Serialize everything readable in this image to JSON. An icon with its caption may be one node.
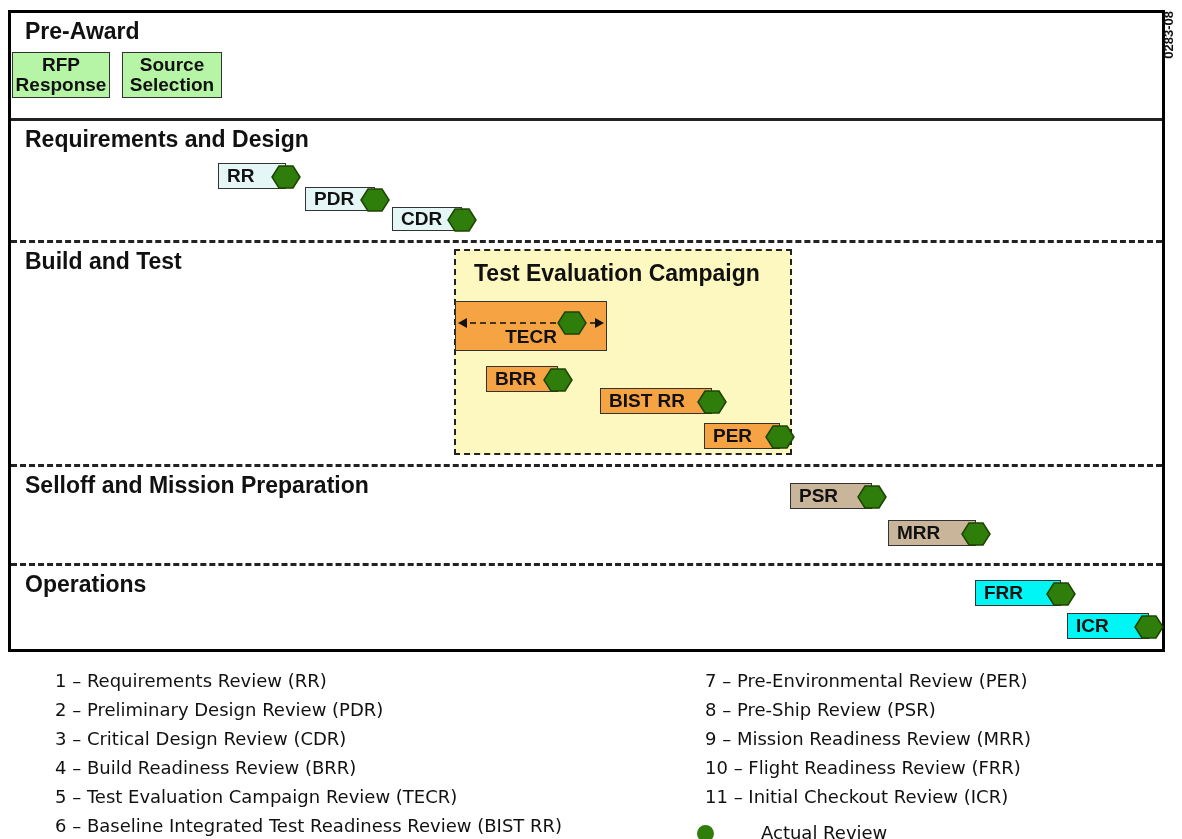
{
  "diagram": {
    "nodes": [
      {
        "text": [
          "Pre-Award"
        ]
      },
      {
        "text": [
          "RFP Response"
        ],
        "in": 0
      },
      {
        "text": [
          "Source Selection"
        ],
        "in": 0
      },
      {
        "text": [
          "Requirements and Design"
        ]
      },
      {
        "text": [
          "RR"
        ],
        "in": 3
      },
      {
        "text": [
          "PDR"
        ],
        "in": 3
      },
      {
        "text": [
          "CDR"
        ],
        "in": 3
      },
      {
        "text": [
          "Build and Test"
        ]
      },
      {
        "text": [
          "Test Evaluation Campaign"
        ],
        "in": 7
      },
      {
        "text": [
          "TECR"
        ],
        "in": 8
      },
      {
        "text": [
          "BRR"
        ],
        "in": 8
      },
      {
        "text": [
          "BIST RR"
        ],
        "in": 8
      },
      {
        "text": [
          "PER"
        ],
        "in": 8
      },
      {
        "text": [
          "Selloff and Mission Preparation"
        ]
      },
      {
        "text": [
          "PSR"
        ],
        "in": 13
      },
      {
        "text": [
          "MRR"
        ],
        "in": 13
      },
      {
        "text": [
          "Operations"
        ]
      },
      {
        "text": [
          "FRR"
        ],
        "in": 16
      },
      {
        "text": [
          "ICR"
        ],
        "in": 16
      }
    ],
    "labels": [
      "0283-08",
      "1 – Requirements Review (RR)",
      "2 – Preliminary Design Review (PDR)",
      "3 – Critical Design Review (CDR)",
      "4 – Build Readiness Review (BRR)",
      "5 – Test Evaluation Campaign Review (TECR)",
      "6 – Baseline Integrated Test Readiness Review (BIST RR)",
      "7 – Pre-Environmental Review (PER)",
      "8 – Pre-Ship Review (PSR)",
      "9 – Mission Readiness Review (MRR)",
      "10 – Flight Readiness Review (FRR)",
      "11 – Initial Checkout Review (ICR)"
    ],
    "legend": [
      {
        "text": "Actual Review",
        "color": "#2f7d0a"
      }
    ]
  }
}
